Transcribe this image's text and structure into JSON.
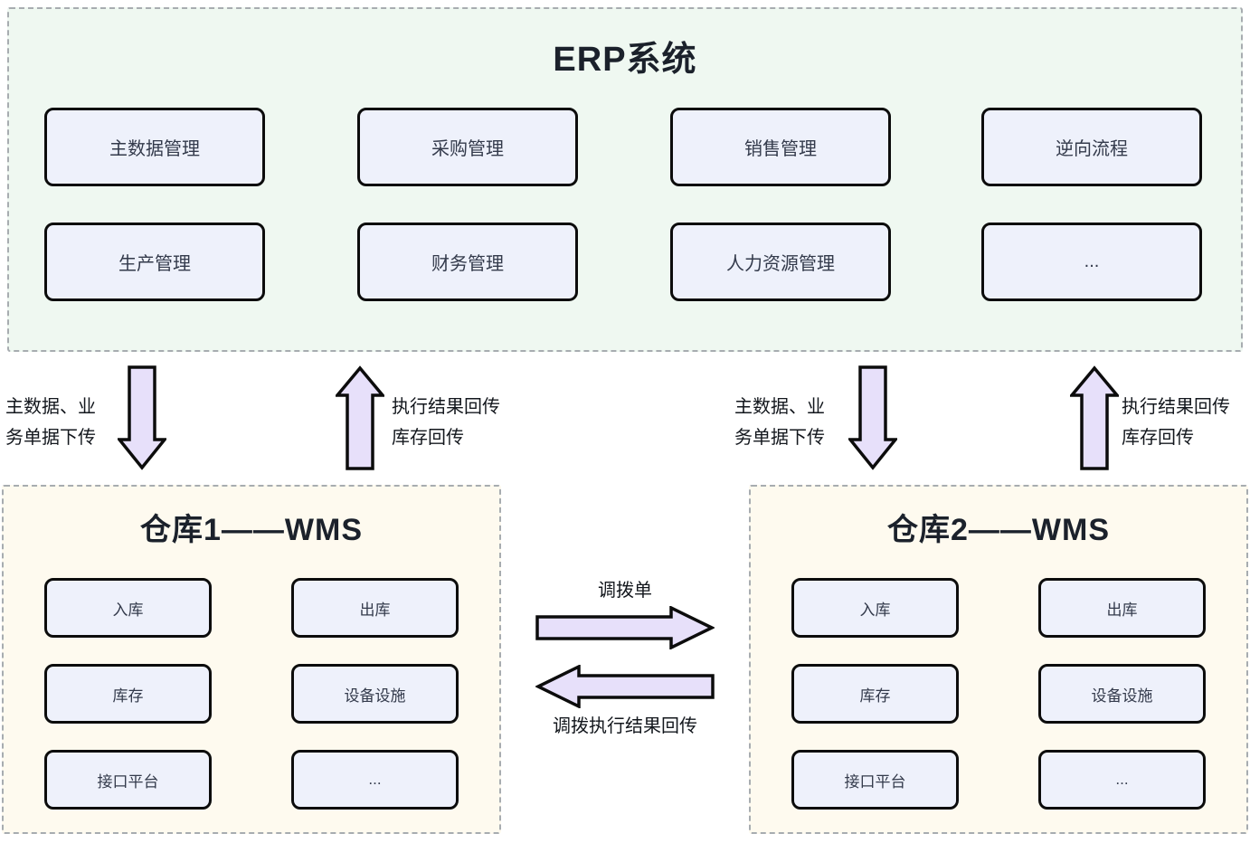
{
  "erp": {
    "title": "ERP系统",
    "modules": [
      "主数据管理",
      "采购管理",
      "销售管理",
      "逆向流程",
      "生产管理",
      "财务管理",
      "人力资源管理",
      "..."
    ]
  },
  "warehouse1": {
    "title": "仓库1——WMS",
    "modules": [
      "入库",
      "出库",
      "库存",
      "设备设施",
      "接口平台",
      "..."
    ]
  },
  "warehouse2": {
    "title": "仓库2——WMS",
    "modules": [
      "入库",
      "出库",
      "库存",
      "设备设施",
      "接口平台",
      "..."
    ]
  },
  "erp_wms_flows": {
    "left_down": {
      "line1": "主数据、业",
      "line2": "务单据下传"
    },
    "left_up": {
      "line1": "执行结果回传",
      "line2": "库存回传"
    },
    "right_down": {
      "line1": "主数据、业",
      "line2": "务单据下传"
    },
    "right_up": {
      "line1": "执行结果回传",
      "line2": "库存回传"
    }
  },
  "transfer_flows": {
    "to_warehouse2": "调拨单",
    "to_warehouse1": "调拨执行结果回传"
  },
  "colors": {
    "erp_background": "#eff8f1",
    "warehouse_background": "#fefaef",
    "module_box_fill": "#eef1fb",
    "module_box_border": "#0c0c0c",
    "arrow_fill": "#e7e0fa",
    "arrow_stroke": "#0c0c0c",
    "dashed_border": "#a7acb0",
    "title_text": "#1b212b",
    "box_text": "#333a4b"
  }
}
